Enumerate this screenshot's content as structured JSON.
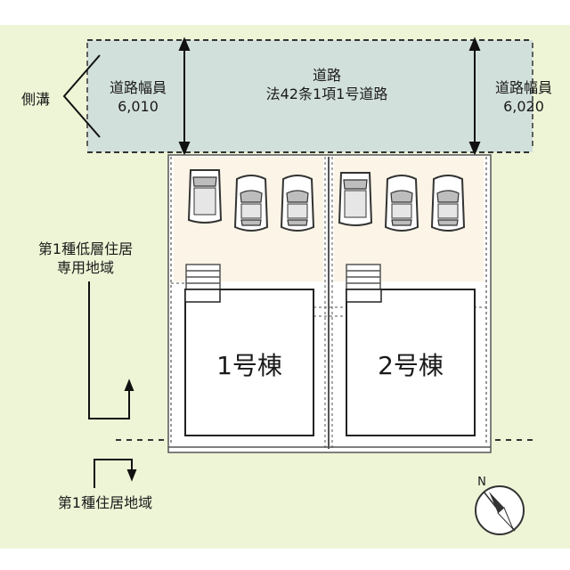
{
  "road": {
    "title": "道路",
    "subtitle": "法42条1項1号道路",
    "width_left_label": "道路幅員",
    "width_left_value": "6,010",
    "width_right_label": "道路幅員",
    "width_right_value": "6,020"
  },
  "gutter_label": "側溝",
  "buildings": [
    {
      "name": "1号棟"
    },
    {
      "name": "2号棟"
    }
  ],
  "zoning": {
    "upper_line1": "第1種低層住居",
    "upper_line2": "専用地域",
    "lower": "第1種住居地域"
  },
  "compass": {
    "north": "N"
  },
  "colors": {
    "background": "#eef5d6",
    "road": "#d2e0dc",
    "parking": "#fcf4e6",
    "house": "#ffffff",
    "outline": "#222222"
  }
}
